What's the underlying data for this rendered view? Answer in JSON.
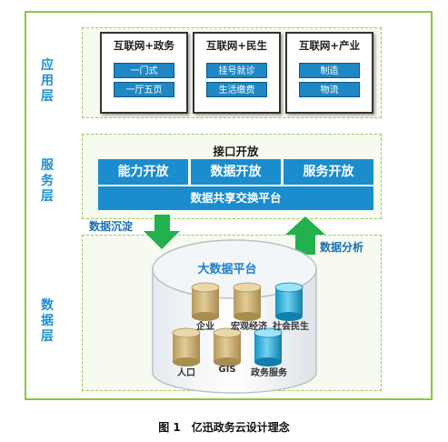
{
  "layers": {
    "application": "应用层",
    "service": "服务层",
    "data": "数据层"
  },
  "application": {
    "cards": [
      {
        "title": "互联网+政务",
        "items": [
          "一门式",
          "一厅五页"
        ]
      },
      {
        "title": "互联网+民生",
        "items": [
          "挂号就诊",
          "生活缴费"
        ]
      },
      {
        "title": "互联网+产业",
        "items": [
          "制造",
          "物流"
        ]
      }
    ]
  },
  "service": {
    "title": "接口开放",
    "blocks": [
      "能力开放",
      "数据开放",
      "服务开放"
    ],
    "bar": "数据共享交换平台"
  },
  "flows": {
    "down": "数据沉淀",
    "up": "数据分析"
  },
  "data": {
    "platform": "大数据平台",
    "databases": [
      "企业",
      "宏观经济",
      "社会民生",
      "人口",
      "GIS",
      "政务服务"
    ]
  },
  "caption": "图 1　亿迅政务云设计理念",
  "colors": {
    "frame": "#8cc63f",
    "blue": "#1b8ccd",
    "green_arrow": "#22b14c",
    "label_blue": "#1f8fd1",
    "cylinder_gold": "#cdb27a",
    "cylinder_cyan": "#2ab4e0"
  }
}
